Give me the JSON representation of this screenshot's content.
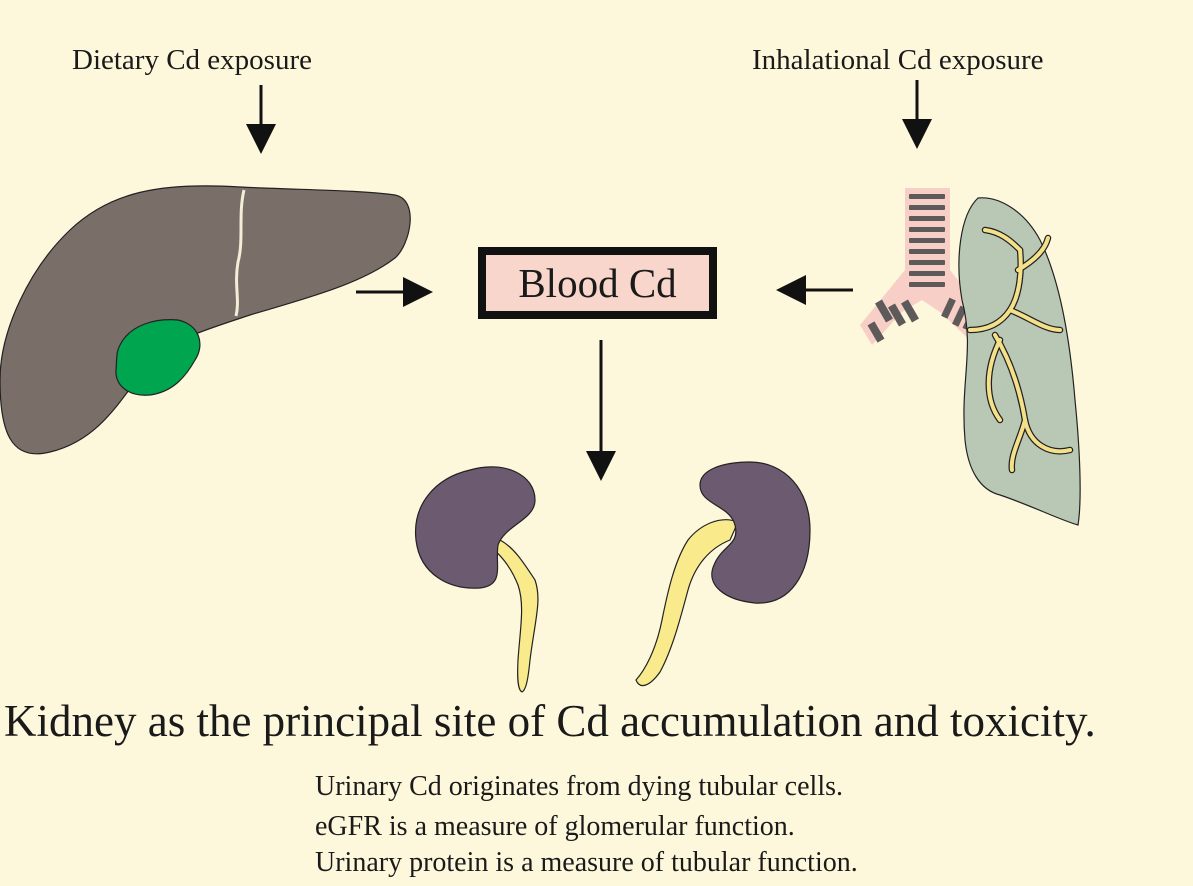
{
  "labels": {
    "dietary_exposure": "Dietary Cd exposure",
    "inhalational_exposure": "Inhalational Cd exposure",
    "blood": "Blood Cd",
    "headline": "Kidney as the principal site of Cd accumulation and toxicity.",
    "notes": [
      "Urinary Cd originates from dying tubular cells.",
      "eGFR is a measure of glomerular function.",
      "Urinary protein is a measure of tubular function."
    ]
  },
  "colors": {
    "background": "#fdf7dc",
    "liver": "#7a6e69",
    "gallbladder": "#00a550",
    "kidney": "#6b5a70",
    "ureter": "#f9ea8c",
    "lung": "#b9c8b4",
    "bronchi": "#f5e08a",
    "trachea_ring": "#5f5a5a",
    "trachea_tissue": "#f7cfc7",
    "blood_box_fill": "#f9d6cc",
    "arrow": "#111111"
  },
  "icons": [
    "liver-icon",
    "gallbladder-icon",
    "lung-icon",
    "trachea-icon",
    "kidney-icon"
  ]
}
